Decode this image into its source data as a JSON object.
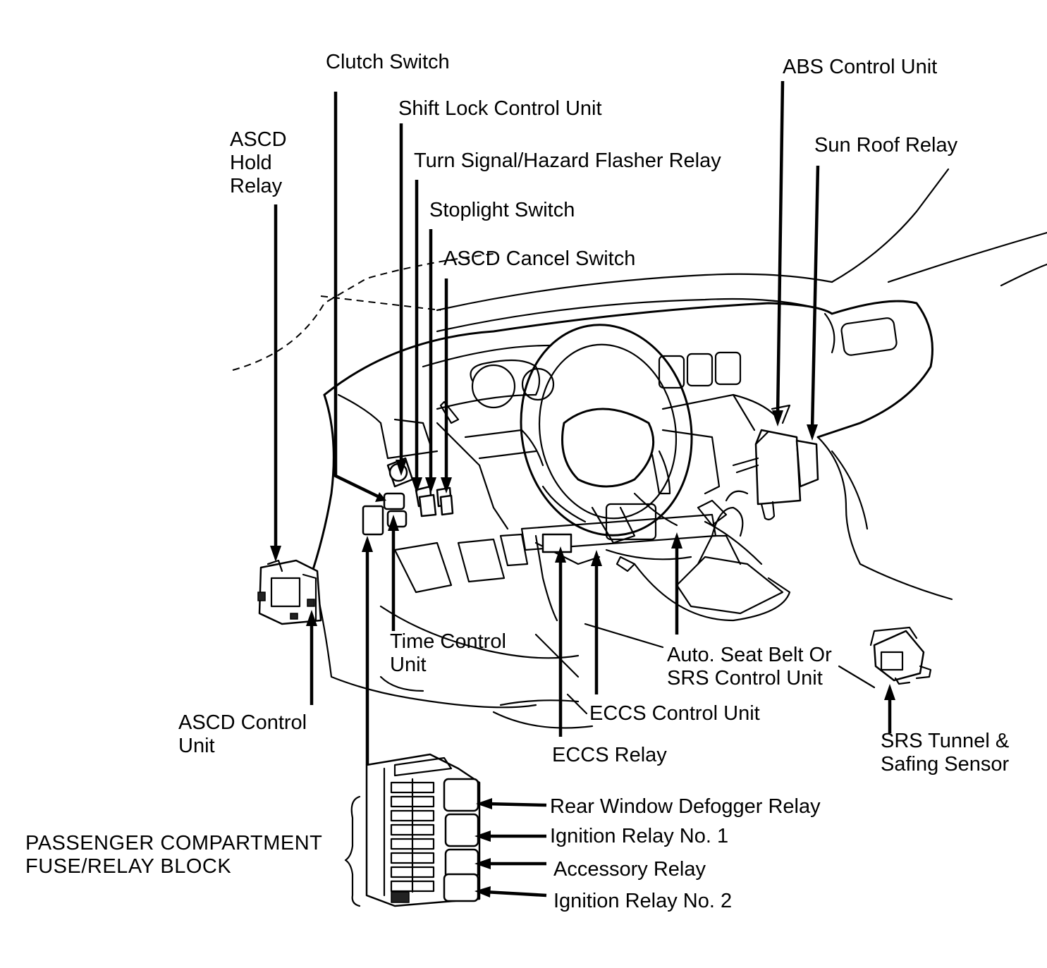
{
  "labels": {
    "clutch_switch": "Clutch Switch",
    "shift_lock_control_unit": "Shift Lock Control Unit",
    "turn_signal_hazard_flasher_relay": "Turn Signal/Hazard Flasher Relay",
    "stoplight_switch": "Stoplight Switch",
    "ascd_cancel_switch": "ASCD Cancel Switch",
    "ascd_hold_relay": [
      "ASCD",
      "Hold",
      "Relay"
    ],
    "abs_control_unit": "ABS Control Unit",
    "sun_roof_relay": "Sun Roof Relay",
    "time_control_unit": [
      "Time Control",
      "Unit"
    ],
    "ascd_control_unit": [
      "ASCD Control",
      "Unit"
    ],
    "auto_seat_belt_srs_control_unit": [
      "Auto. Seat Belt Or",
      "SRS Control Unit"
    ],
    "eccs_control_unit": "ECCS Control Unit",
    "eccs_relay": "ECCS Relay",
    "srs_tunnel_safing_sensor": [
      "SRS Tunnel &",
      "Safing Sensor"
    ],
    "passenger_compartment_fuse_relay_block": [
      "PASSENGER COMPARTMENT",
      "FUSE/RELAY BLOCK"
    ],
    "rear_window_defogger_relay": "Rear Window Defogger Relay",
    "ignition_relay_no_1": "Ignition Relay No. 1",
    "accessory_relay": "Accessory Relay",
    "ignition_relay_no_2": "Ignition Relay No. 2"
  }
}
